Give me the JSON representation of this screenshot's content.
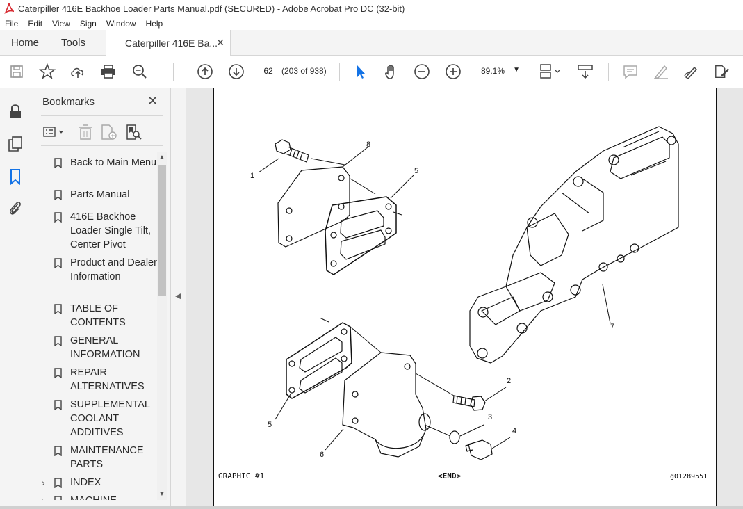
{
  "window": {
    "title": "Caterpiller 416E Backhoe Loader Parts Manual.pdf (SECURED) - Adobe Acrobat Pro DC (32-bit)"
  },
  "menu": [
    "File",
    "Edit",
    "View",
    "Sign",
    "Window",
    "Help"
  ],
  "tabs": {
    "home": "Home",
    "tools": "Tools",
    "doc": "Caterpiller 416E Ba..."
  },
  "toolbar": {
    "page_value": "62",
    "page_count": "(203 of 938)",
    "zoom": "89.1%"
  },
  "bookmarks": {
    "title": "Bookmarks",
    "items": [
      {
        "label": "Back to Main Menu"
      },
      {
        "label": "Parts Manual"
      },
      {
        "label": "416E Backhoe Loader Single Tilt, Center Pivot"
      },
      {
        "label": "Product and Dealer Information"
      },
      {
        "label": "TABLE OF CONTENTS"
      },
      {
        "label": "GENERAL INFORMATION"
      },
      {
        "label": "REPAIR ALTERNATIVES"
      },
      {
        "label": "SUPPLEMENTAL COOLANT ADDITIVES"
      },
      {
        "label": "MAINTENANCE PARTS"
      },
      {
        "label": "INDEX"
      },
      {
        "label": "MACHINE"
      }
    ]
  },
  "document": {
    "graphic_label": "GRAPHIC #1",
    "end_label": "<END>",
    "graphic_id": "g01289551",
    "callouts": [
      "1",
      "8",
      "5",
      "7",
      "2",
      "3",
      "4",
      "5",
      "6"
    ]
  },
  "colors": {
    "accent_blue": "#1473e6",
    "acrobat_red": "#d7282f"
  }
}
